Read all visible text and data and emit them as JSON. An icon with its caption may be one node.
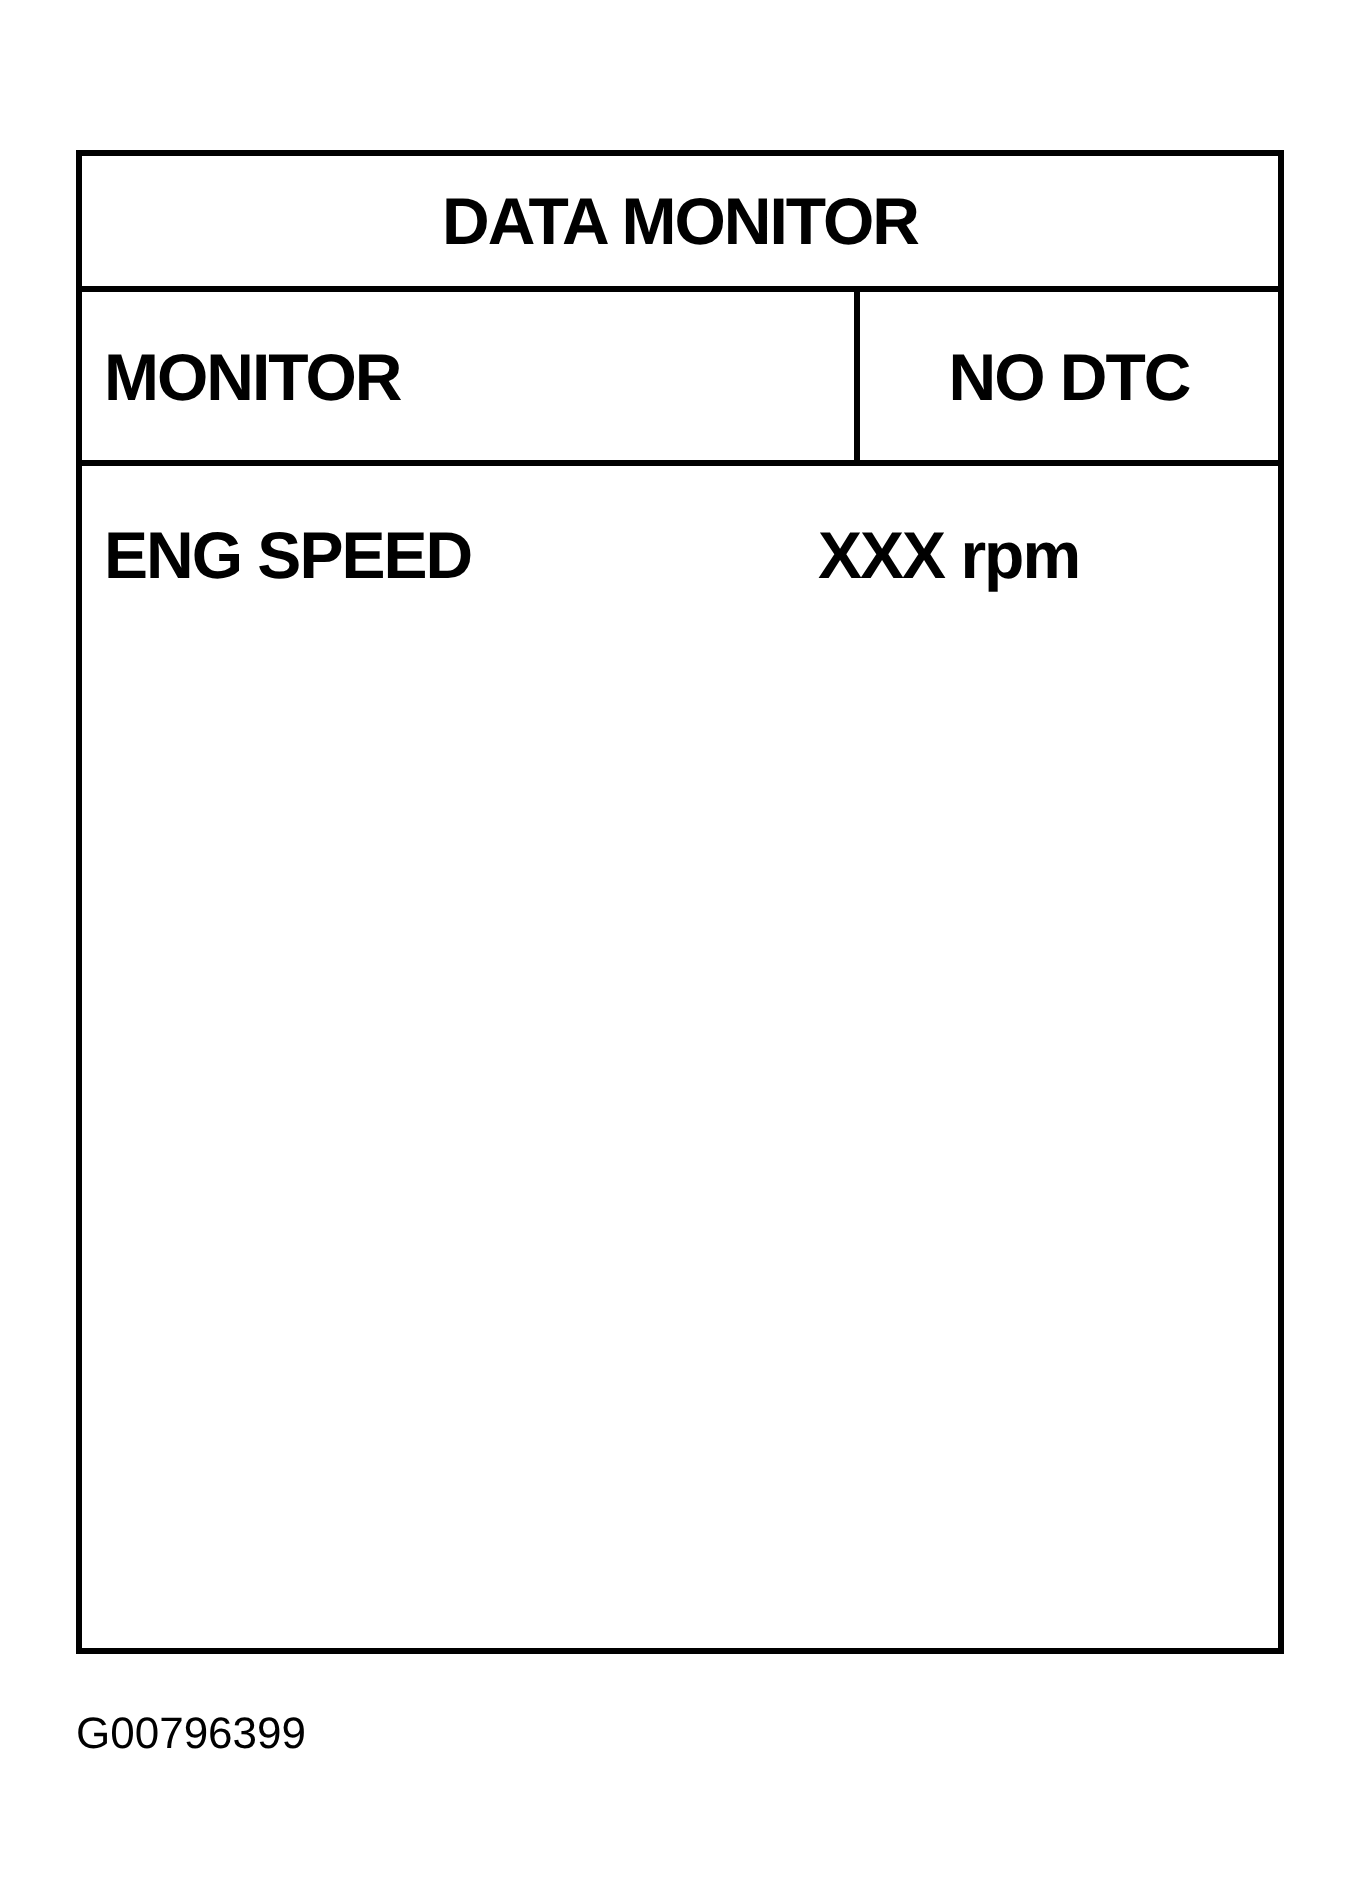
{
  "diagram": {
    "nodes": [
      {
        "text": [],
        "shape": "box"
      },
      {
        "text": [
          "DATA MONITOR"
        ],
        "in": 0
      },
      {
        "text": [
          "MONITOR"
        ],
        "in": 0
      },
      {
        "text": [
          "NO DTC"
        ],
        "in": 0
      },
      {
        "text": [
          "ENG SPEED",
          "XXX rpm"
        ],
        "in": 0
      }
    ],
    "labels": [
      "G00796399"
    ]
  }
}
